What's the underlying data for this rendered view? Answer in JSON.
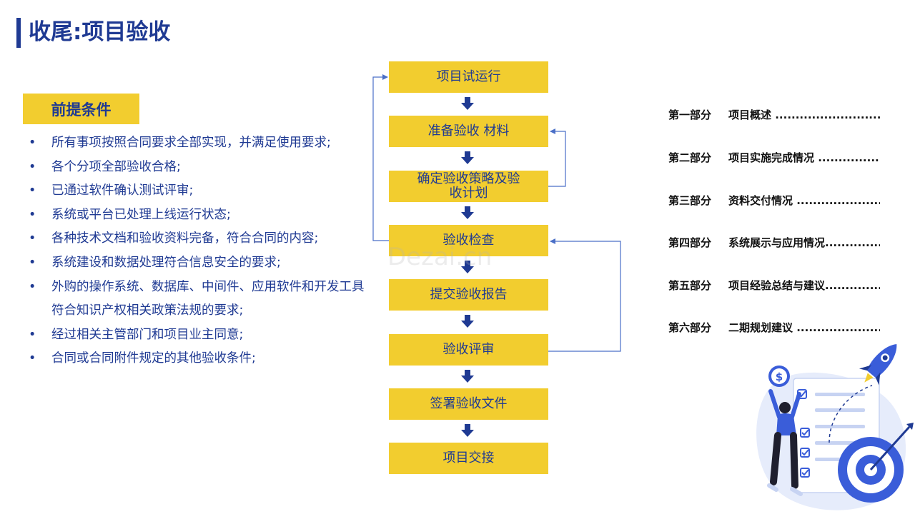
{
  "title": "收尾:项目验收",
  "precondition": {
    "label": "前提条件",
    "bullet": "•",
    "items": [
      "所有事项按照合同要求全部实现，并满足使用要求;",
      "各个分项全部验收合格;",
      "已通过软件确认测试评审;",
      "系统或平台已处理上线运行状态;",
      "各种技术文档和验收资料完备，符合合同的内容;",
      "系统建设和数据处理符合信息安全的要求;",
      "外购的操作系统、数据库、中间件、应用软件和开发工具符合知识产权相关政策法规的要求;",
      "经过相关主管部门和项目业主同意;",
      "合同或合同附件规定的其他验收条件;"
    ]
  },
  "flow": {
    "steps": [
      "项目试运行",
      "准备验收 材料",
      "确定验收策略及验收计划",
      "验收检查",
      "提交验收报告",
      "验收评审",
      "签署验收文件",
      "项目交接"
    ],
    "colors": {
      "box": "#f2cd2f",
      "text": "#1f3a93",
      "arrow": "#1f3a93",
      "connector": "#4a6fc7"
    }
  },
  "watermark": "Dezai.cn",
  "parts": [
    {
      "num": "第一部分",
      "title": "项目概述",
      "dots": " ......................................."
    },
    {
      "num": "第二部分",
      "title": "项目实施完成情况",
      "dots": " ......................................."
    },
    {
      "num": "第三部分",
      "title": "资料交付情况",
      "dots": " ......................................."
    },
    {
      "num": "第四部分",
      "title": "系统展示与应用情况",
      "dots": "......................................."
    },
    {
      "num": "第五部分",
      "title": "项目经验总结与建议",
      "dots": "......................................."
    },
    {
      "num": "第六部分",
      "title": "二期规划建议",
      "dots": " ......................................."
    }
  ],
  "illustration": {
    "dollar_symbol": "$"
  }
}
